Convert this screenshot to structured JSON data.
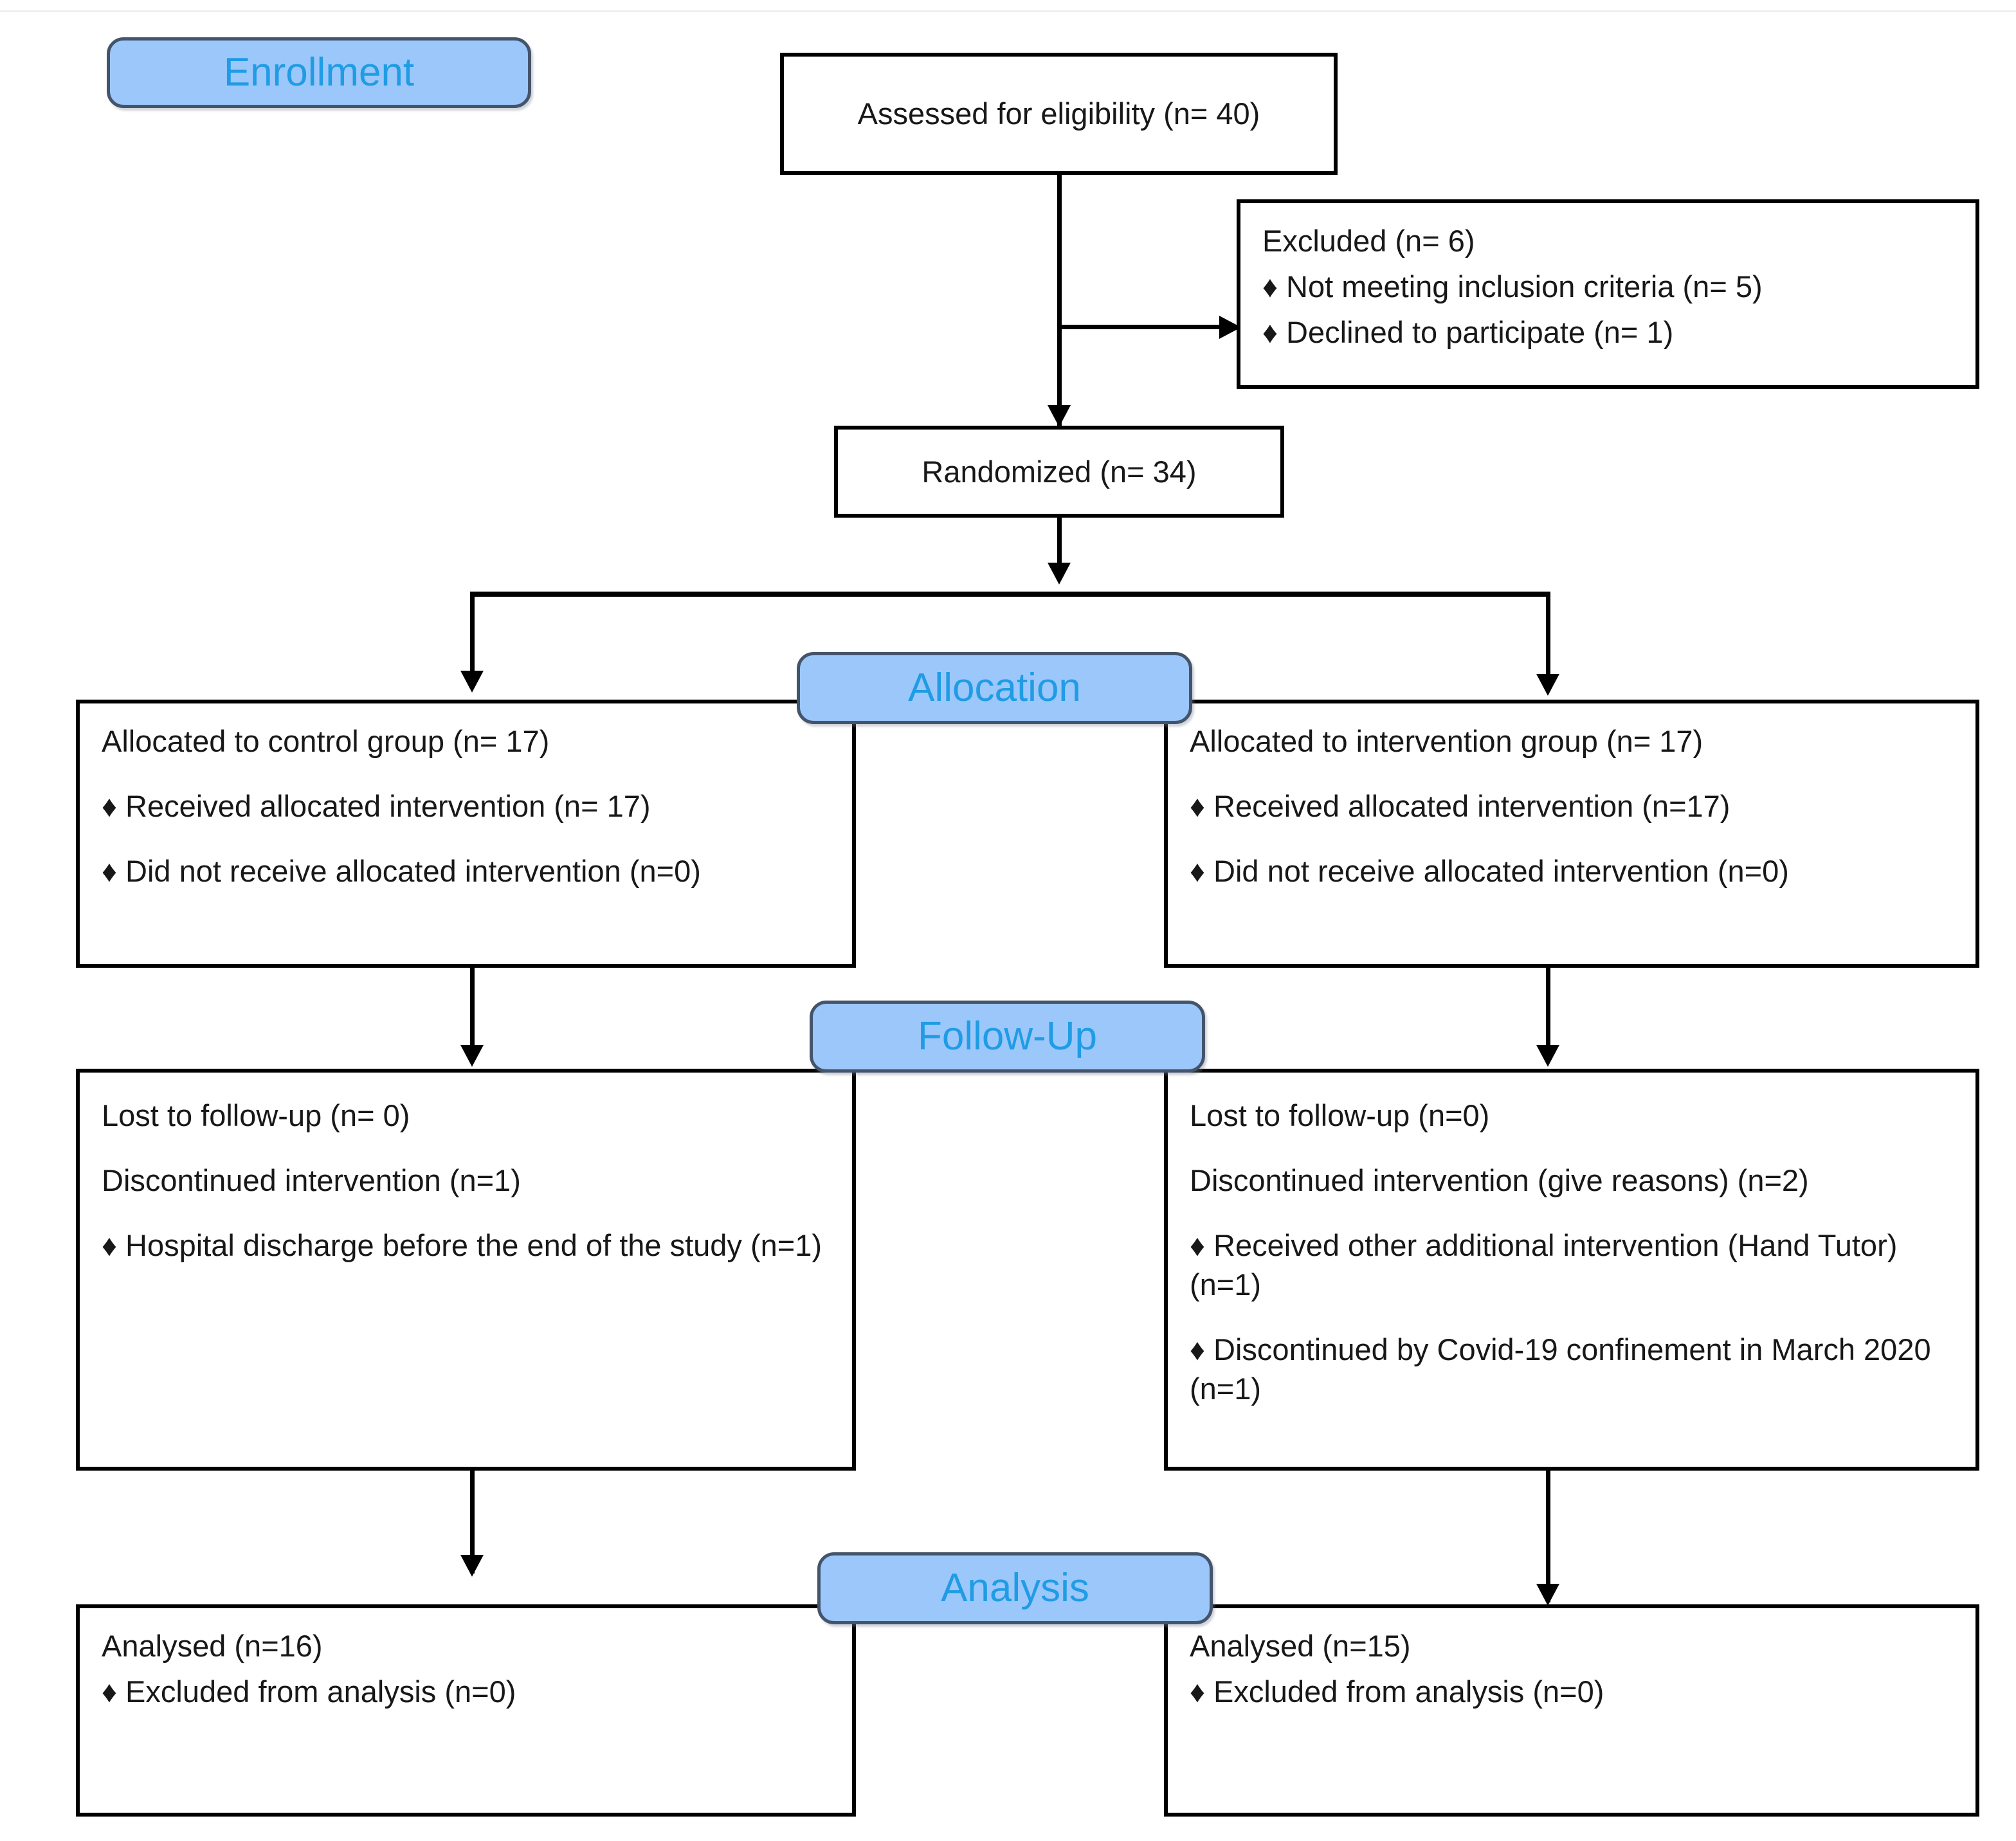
{
  "diagram": {
    "title": "CONSORT participant flow diagram",
    "accent_pill_fill": "#9CC7FB",
    "accent_pill_border": "#44546A",
    "accent_pill_text": "#1F9CE4",
    "box_border": "#000000",
    "box_fill": "#FFFFFF",
    "body_text": "#181818",
    "bullet_glyph": "♦"
  },
  "stages": {
    "enrollment": "Enrollment",
    "allocation": "Allocation",
    "followup": "Follow-Up",
    "analysis": "Analysis"
  },
  "nodes": {
    "assessed": {
      "lines": [
        "Assessed for eligibility (n= 40)"
      ]
    },
    "excluded": {
      "lines": [
        "Excluded (n= 6)",
        "♦  Not meeting inclusion criteria (n= 5)",
        "♦  Declined to participate (n= 1)"
      ]
    },
    "randomized": {
      "lines": [
        "Randomized (n= 34)"
      ]
    },
    "alloc_control": {
      "lines": [
        "Allocated to control group (n= 17)",
        "♦ Received allocated intervention (n= 17)",
        "♦ Did not receive allocated intervention (n=0)"
      ]
    },
    "alloc_intervention": {
      "lines": [
        "Allocated to intervention group (n= 17)",
        "♦ Received allocated intervention (n=17)",
        "♦ Did not receive allocated intervention (n=0)"
      ]
    },
    "followup_control": {
      "lines": [
        "Lost to follow-up (n= 0)",
        "Discontinued intervention (n=1)",
        "♦ Hospital discharge before the end of the study (n=1)"
      ]
    },
    "followup_intervention": {
      "lines": [
        "Lost to follow-up (n=0)",
        "Discontinued intervention (give reasons) (n=2)",
        "♦ Received other additional intervention (Hand Tutor) (n=1)",
        "♦ Discontinued by Covid-19 confinement in March 2020 (n=1)"
      ]
    },
    "analysis_control": {
      "lines": [
        "Analysed (n=16)",
        "♦ Excluded from analysis (n=0)"
      ]
    },
    "analysis_intervention": {
      "lines": [
        "Analysed (n=15)",
        "♦ Excluded from analysis (n=0)"
      ]
    }
  },
  "flow": {
    "assessed_to_randomized": "vertical arrow",
    "assessed_to_excluded": "horizontal arrow right",
    "randomized_split": "tee split to two allocation arms",
    "allocation_to_followup": "vertical arrows both arms",
    "followup_to_analysis": "vertical arrows both arms"
  }
}
